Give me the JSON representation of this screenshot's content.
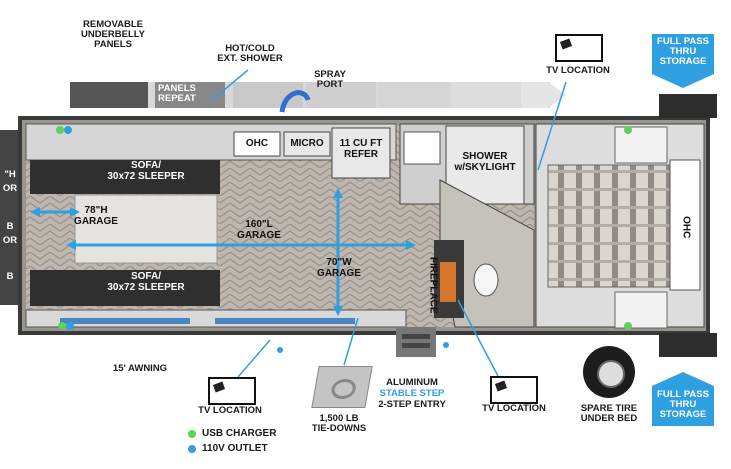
{
  "labels": {
    "underbelly": "REMOVABLE\nUNDERBELLY\nPANELS",
    "hot_cold_shower": "HOT/COLD\nEXT. SHOWER",
    "spray_port": "SPRAY\nPORT",
    "panels_repeat": "PANELS\nREPEAT",
    "tv_top": "TV LOCATION",
    "full_pass_top": "FULL PASS\nTHRU\nSTORAGE",
    "ohc_kitchen": "OHC",
    "micro": "MICRO",
    "refer": "11 CU FT\nREFER",
    "shower": "SHOWER\nw/SKYLIGHT",
    "sofa_top": "SOFA/\n30x72 SLEEPER",
    "sofa_bottom": "SOFA/\n30x72 SLEEPER",
    "garage_height": "78\"H\nGARAGE",
    "garage_length": "160\"L\nGARAGE",
    "garage_width": "70\"W\nGARAGE",
    "fireplace": "FIREPLACE",
    "ohc_bed": "OHC",
    "rear_left_cut_1": "\"H",
    "rear_left_cut_2": "OR",
    "rear_left_cut_3": "B",
    "rear_left_cut_4": "OR",
    "rear_left_cut_5": "B",
    "awning": "15' AWNING",
    "tv_bottom_left": "TV LOCATION",
    "aluminum": "ALUMINUM",
    "stable_step": "STABLE STEP",
    "two_step": "2-STEP ENTRY",
    "tv_bottom_right": "TV LOCATION",
    "spare_tire": "SPARE TIRE\nUNDER BED",
    "full_pass_bottom": "FULL PASS\nTHRU\nSTORAGE",
    "tiedowns": "1,500 LB\nTIE-DOWNS"
  },
  "legend": [
    {
      "label": "USB CHARGER",
      "color": "#5fcf5f"
    },
    {
      "label": "110V OUTLET",
      "color": "#2e9fe0"
    }
  ],
  "colors": {
    "accent": "#2e9fe0",
    "floor": "#b9b3ab",
    "wall": "#3a3a3a",
    "sofa": "#2f2f2f"
  },
  "icons": [
    "tv-icon",
    "shower-hose-icon",
    "tie-down-icon",
    "spare-tire-icon",
    "arrow-down-icon",
    "arrow-up-icon",
    "steps-icon"
  ]
}
